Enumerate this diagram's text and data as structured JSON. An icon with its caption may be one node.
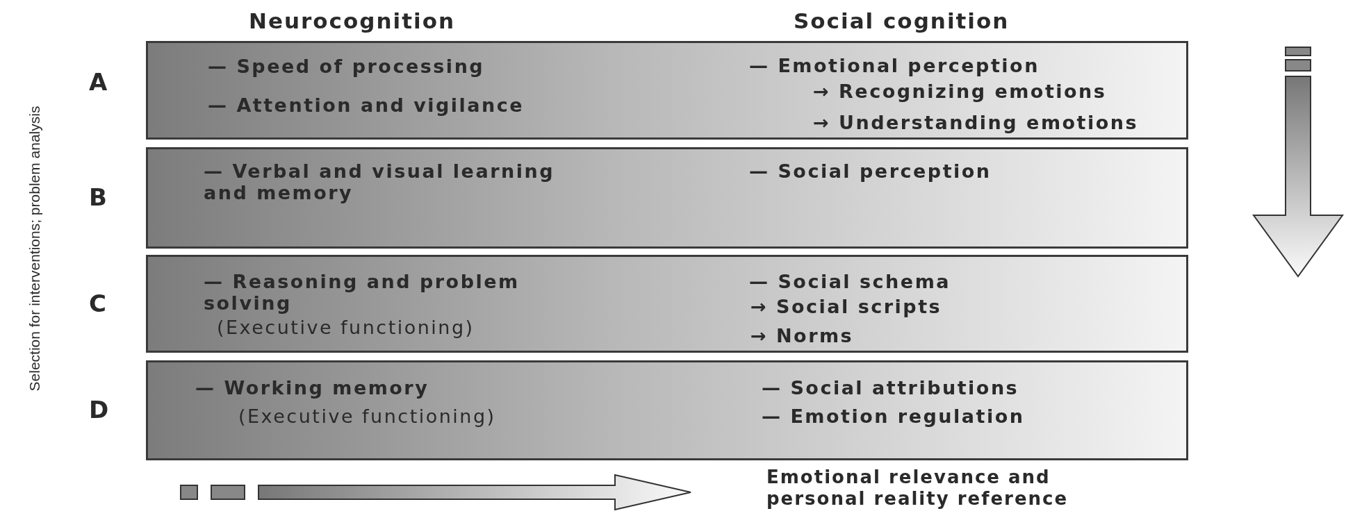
{
  "diagram": {
    "nodes": [
      {
        "text": [
          "— Speed of processing",
          "— Attention and vigilance",
          "— Emotional perception",
          "→ Recognizing emotions",
          "→ Understanding emotions"
        ],
        "beside": [
          "A"
        ]
      },
      {
        "text": [
          "— Verbal and visual learning and memory",
          "— Social perception"
        ],
        "beside": [
          "B"
        ]
      },
      {
        "text": [
          "— Reasoning and problem solving",
          "(Executive functioning)",
          "— Social schema",
          "→ Social scripts",
          "→ Norms"
        ],
        "beside": [
          "C"
        ]
      },
      {
        "text": [
          "— Working memory",
          "(Executive functioning)",
          "— Social attributions",
          "— Emotion regulation"
        ],
        "beside": [
          "D"
        ]
      }
    ],
    "edges": [],
    "labels": [
      "Neurocognition",
      "Social cognition",
      "Selection for interventions; problem analysis",
      "Emotional relevance and personal reality reference"
    ]
  }
}
